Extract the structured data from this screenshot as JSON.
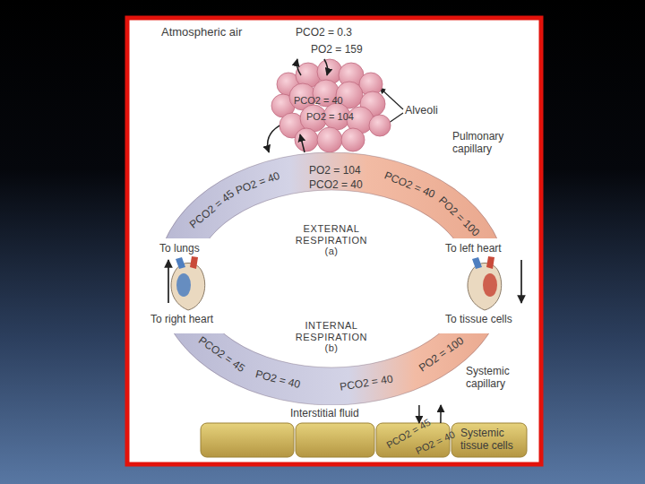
{
  "diagram": {
    "nodes": [
      {
        "text": [
          "Atmospheric air",
          "PCO2 = 0.3",
          "PO2 = 159"
        ]
      },
      {
        "text": [
          "PCO2 = 40",
          "PO2 = 104"
        ]
      },
      {
        "text": [
          "Pulmonary capillary",
          "PCO2 = 45",
          "PO2 = 40",
          "PO2 = 104",
          "PCO2 = 40",
          "PCO2 = 40",
          "PO2 = 100"
        ]
      },
      {
        "text": [
          "Systemic capillary",
          "PCO2 = 45",
          "PO2 = 40",
          "PCO2 = 40",
          "PO2 = 100"
        ]
      },
      {
        "text": [
          "Interstitial fluid",
          "PCO2 = 45",
          "PO2 = 40",
          "Systemic tissue cells"
        ]
      }
    ],
    "edges": [
      {
        "from": 0,
        "to": 1,
        "arrow": "to"
      },
      {
        "from": 1,
        "to": 0,
        "arrow": "to"
      },
      {
        "from": 1,
        "to": 2,
        "arrow": "to"
      },
      {
        "from": 2,
        "to": 1,
        "arrow": "to"
      },
      {
        "from": 3,
        "to": 4,
        "arrow": "to"
      },
      {
        "from": 4,
        "to": 3,
        "arrow": "to"
      }
    ],
    "labels": [
      "Alveoli",
      "EXTERNAL RESPIRATION (a)",
      "To lungs",
      "To left heart",
      "To right heart",
      "To tissue cells",
      "INTERNAL RESPIRATION (b)"
    ]
  }
}
